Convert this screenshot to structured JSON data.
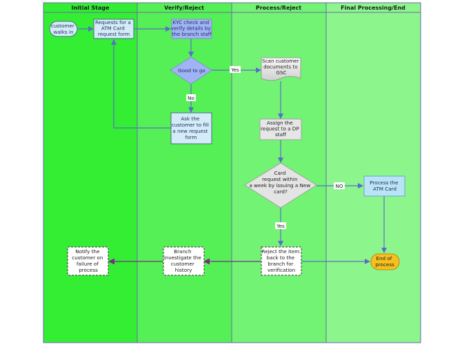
{
  "lanes": [
    {
      "title": "Initial Stage",
      "color": "#33ee33"
    },
    {
      "title": "Verify/Reject",
      "color": "#55f055"
    },
    {
      "title": "Process/Reject",
      "color": "#73f373"
    },
    {
      "title": "Final Processing/End",
      "color": "#8cf58c"
    }
  ],
  "nodes": {
    "customer_walks_in": [
      "customer",
      "walks in"
    ],
    "request_form": [
      "Requests for a",
      "ATM Card",
      "request form"
    ],
    "kyc_check": [
      "KYC check and",
      "verify details by",
      "the branch staff"
    ],
    "good_to_go": [
      "Good to  go"
    ],
    "scan_docs": [
      "Scan customer",
      "documents to",
      "GSC"
    ],
    "ask_customer": [
      "Ask the",
      "customer to fill",
      "a new request",
      "form"
    ],
    "assign_request": [
      "Assign the",
      "request to a DP",
      "staff"
    ],
    "card_decision": [
      "Card",
      "request within",
      "a week by  issuing a New",
      "card?"
    ],
    "process_card": [
      "Process the",
      "ATM Card"
    ],
    "end_process": [
      "End of",
      "process"
    ],
    "reject_item": [
      "Reject the item",
      "back to the",
      "branch for",
      "verification"
    ],
    "branch_investigate": [
      "Branch",
      "investigate the",
      "customer",
      "history"
    ],
    "notify_customer": [
      "Notify the",
      "customer on",
      "failure of",
      "process"
    ]
  },
  "edge_labels": {
    "yes_scan": "Yes",
    "no_ask": "No",
    "no_process": "NO",
    "yes_reject": "Yes"
  },
  "colors": {
    "lane_border": "#6a6aa8",
    "edge": "#5a6ec8",
    "reject_edge": "#7a2a8a",
    "decision_fill": "#a0b4f5",
    "process_fill": "#b8d8f0",
    "end_fill": "#f5c020"
  }
}
